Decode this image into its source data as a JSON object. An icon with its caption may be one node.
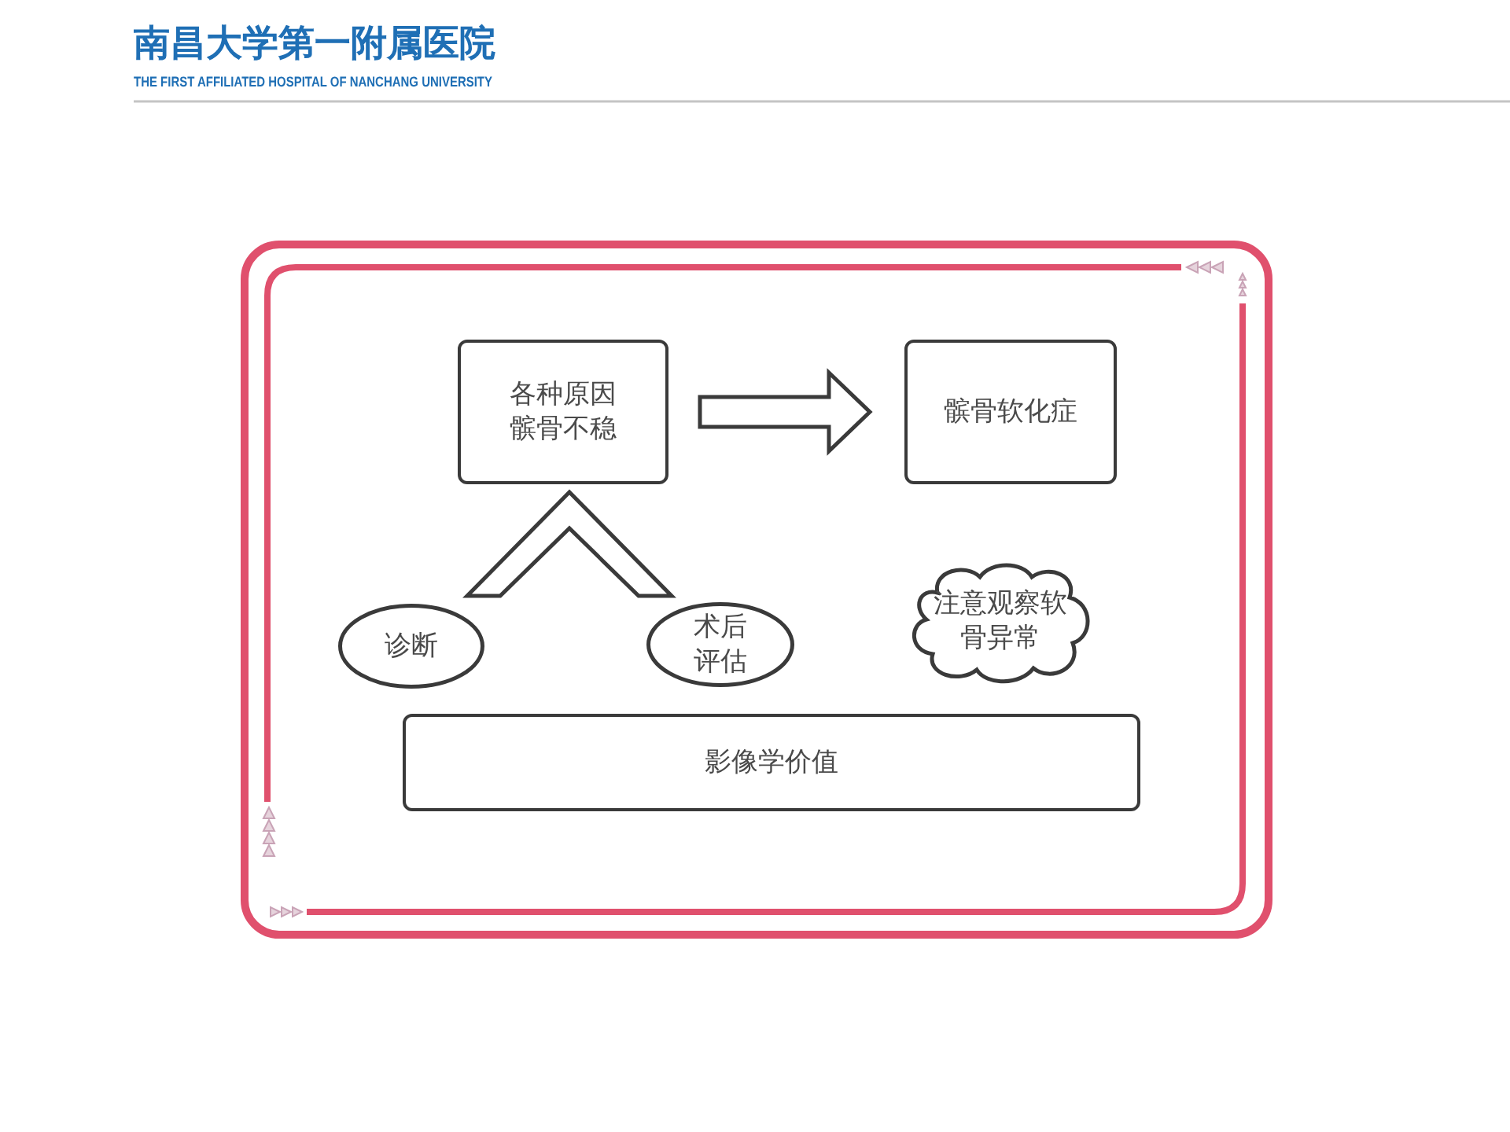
{
  "diagram": {
    "nodes": [
      {
        "text": [
          "各种原因髌骨不稳"
        ]
      },
      {
        "text": [
          "髌骨软化症"
        ]
      },
      {
        "text": [
          "诊断"
        ]
      },
      {
        "text": [
          "术后评估"
        ]
      },
      {
        "text": [
          "注意观察软骨异常"
        ]
      },
      {
        "text": [
          "影像学价值"
        ]
      }
    ],
    "edges": [
      {
        "from": 0,
        "to": 1,
        "arrow": "to"
      },
      {
        "from": 2,
        "to": 0,
        "arrow": "none"
      },
      {
        "from": 3,
        "to": 0,
        "arrow": "none"
      }
    ],
    "labels": [
      "南昌大学第一附属医院",
      "THE FIRST AFFILIATED HOSPITAL OF NANCHANG UNIVERSITY"
    ]
  }
}
